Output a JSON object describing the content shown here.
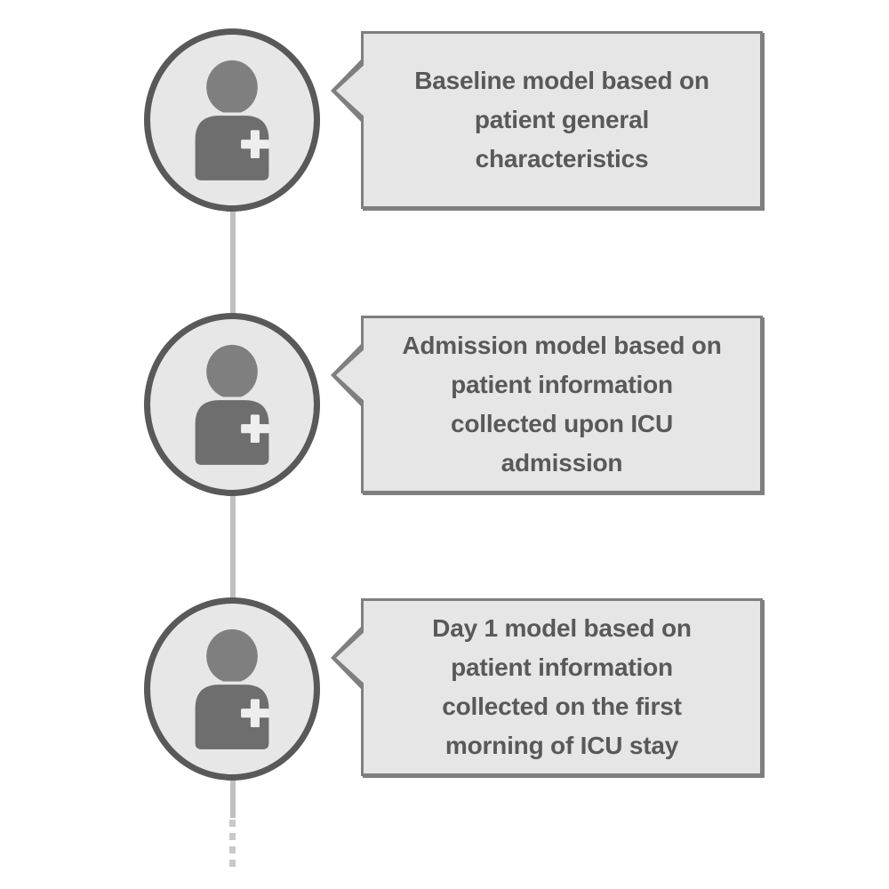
{
  "diagram": {
    "title": "sequential ICU prediction models timeline",
    "items": [
      {
        "icon": "patient-plus-icon",
        "text": "Baseline model based on\npatient general\ncharacteristics"
      },
      {
        "icon": "patient-plus-icon",
        "text": "Admission model based on\npatient information\ncollected upon ICU\nadmission"
      },
      {
        "icon": "patient-plus-icon",
        "text": "Day 1 model based on\npatient information\ncollected on the first\nmorning of ICU stay"
      }
    ],
    "continuation": "dotted-line-more-models",
    "colors": {
      "box_fill": "#e6e6e6",
      "box_border": "#7f7f7f",
      "circle_fill": "#e7e7e7",
      "circle_border": "#595959",
      "icon_head": "#7f7f7f",
      "icon_body": "#6e6e6e",
      "icon_cross": "#eeeeee",
      "text": "#595959",
      "connector_line": "#bfbfbf"
    }
  }
}
